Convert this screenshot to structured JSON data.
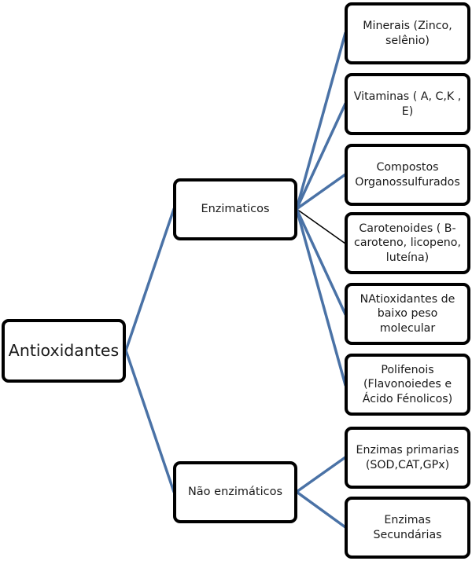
{
  "diagram": {
    "line_color": "#4a72a6",
    "thin_line_color": "#000000",
    "root": {
      "label": "Antioxidantes"
    },
    "branches": [
      {
        "label": "Enzimaticos",
        "children": [
          {
            "label": "Minerais (Zinco, selênio)"
          },
          {
            "label": "Vitaminas ( A, C,K , E)"
          },
          {
            "label": "Compostos Organossulfurados"
          },
          {
            "label": "Carotenoides ( B-caroteno, licopeno, luteína)"
          },
          {
            "label": "NAtioxidantes de baixo peso molecular"
          },
          {
            "label": "Polifenois (Flavonoiedes e Ácido Fénolicos)"
          }
        ]
      },
      {
        "label": "Não enzimáticos",
        "children": [
          {
            "label": "Enzimas primarias (SOD,CAT,GPx)"
          },
          {
            "label": "Enzimas Secundárias"
          }
        ]
      }
    ]
  }
}
